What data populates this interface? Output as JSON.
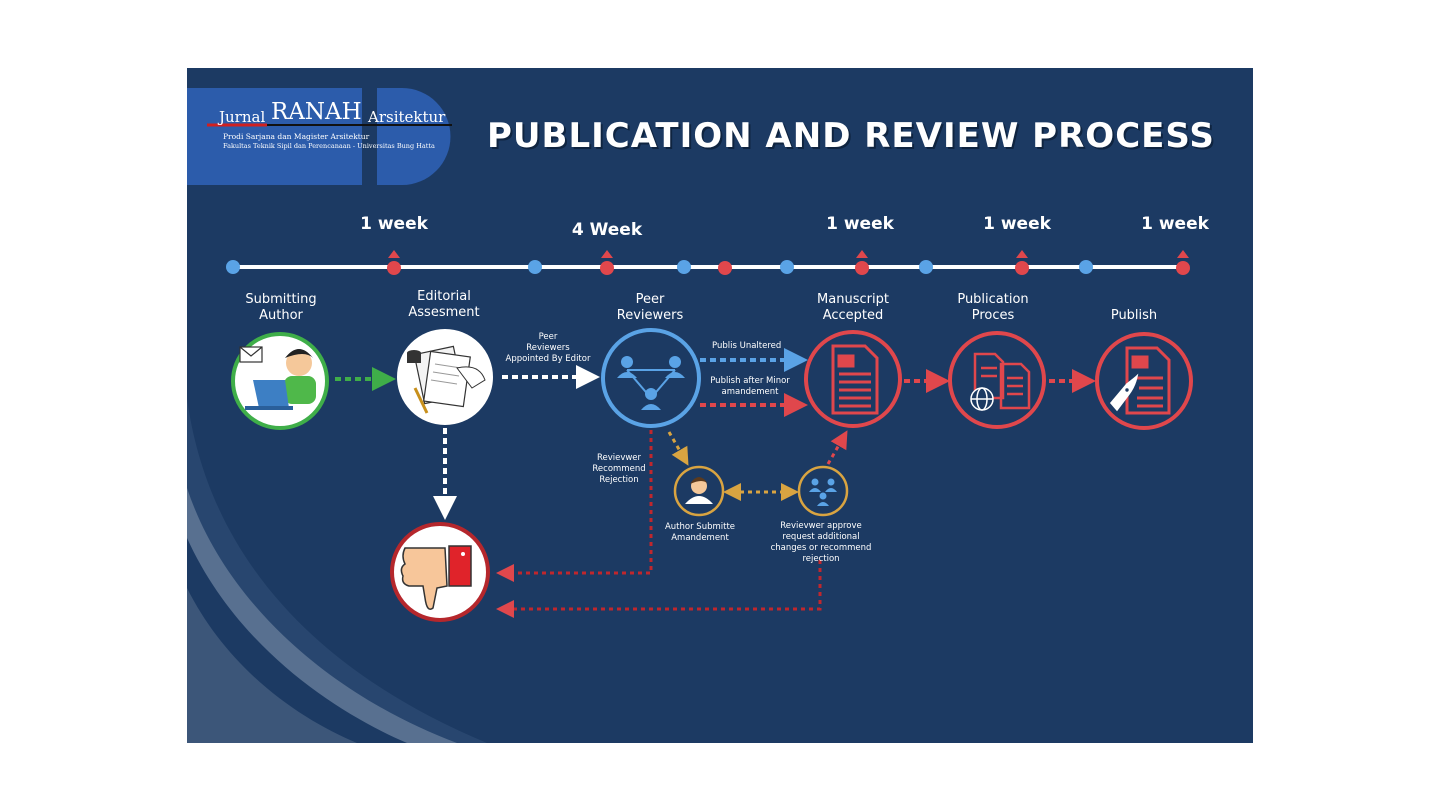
{
  "header": {
    "title": "PUBLICATION AND REVIEW PROCESS",
    "logo": {
      "word1": "Jurnal",
      "word2": "RANAH",
      "word3": "Arsitektur",
      "line1": "Prodi Sarjana dan Magister Arsitektur",
      "line2": "Fakultas Teknik Sipil dan Perencanaan - Universitas Bung Hatta"
    }
  },
  "durations": [
    "1 week",
    "4 Week",
    "1 week",
    "1 week",
    "1 week"
  ],
  "stages": {
    "submitting": "Submitting Author",
    "editorial": "Editorial Assesment",
    "peer": "Peer Reviewers",
    "accepted": "Manuscript Accepted",
    "publication": "Publication Proces",
    "publish": "Publish"
  },
  "notes": {
    "appointed": "Peer\nReviewers\nAppointed By Editor",
    "unaltered": "Publis Unaltered",
    "minor": "Publish after Minor\namandement",
    "reject": "Revievwer\nRecommend\nRejection",
    "amend": "Author Submitte\nAmandement",
    "approve": "Revievwer approve\nrequest additional\nchanges or recommend\nrejection"
  },
  "colors": {
    "background": "#1c3a63",
    "green": "#3fae49",
    "red": "#e0474c",
    "blue": "#5aa3e6",
    "gold": "#d9a441",
    "darkred": "#c0272d"
  },
  "icons": {
    "submitting": "author-laptop-icon",
    "editorial": "editorial-papers-icon",
    "peer": "reviewers-network-icon",
    "accepted": "document-icon",
    "publication": "documents-globe-icon",
    "publish": "document-rocket-icon",
    "rejection": "thumbs-down-icon",
    "amend": "person-icon",
    "approve": "group-icon"
  }
}
